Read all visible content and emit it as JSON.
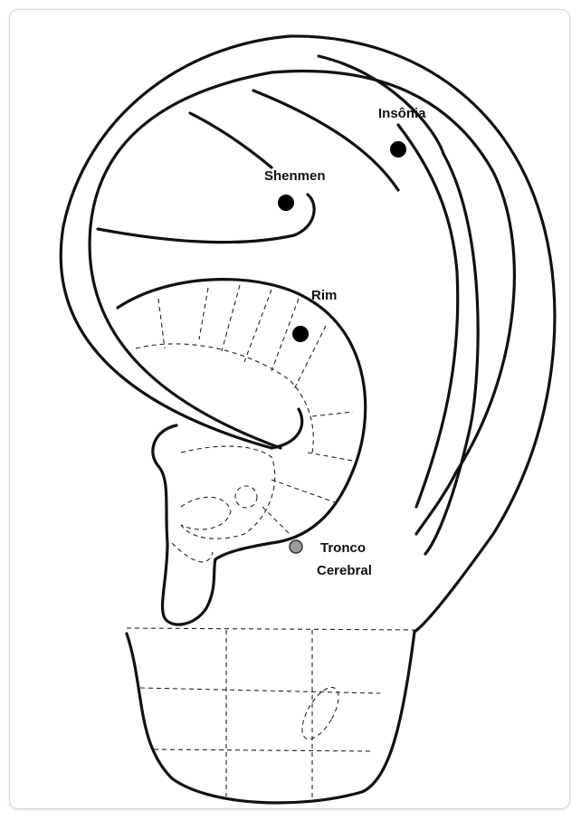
{
  "diagram": {
    "points": [
      {
        "label": "Insônia",
        "marker": "black-dot",
        "color": "#000000"
      },
      {
        "label": "Shenmen",
        "marker": "black-dot",
        "color": "#000000"
      },
      {
        "label": "Rim",
        "marker": "black-dot",
        "color": "#000000"
      },
      {
        "label": "Tronco",
        "label2": "Cerebral",
        "marker": "gray-dot",
        "color": "#9a9a9a"
      }
    ]
  }
}
